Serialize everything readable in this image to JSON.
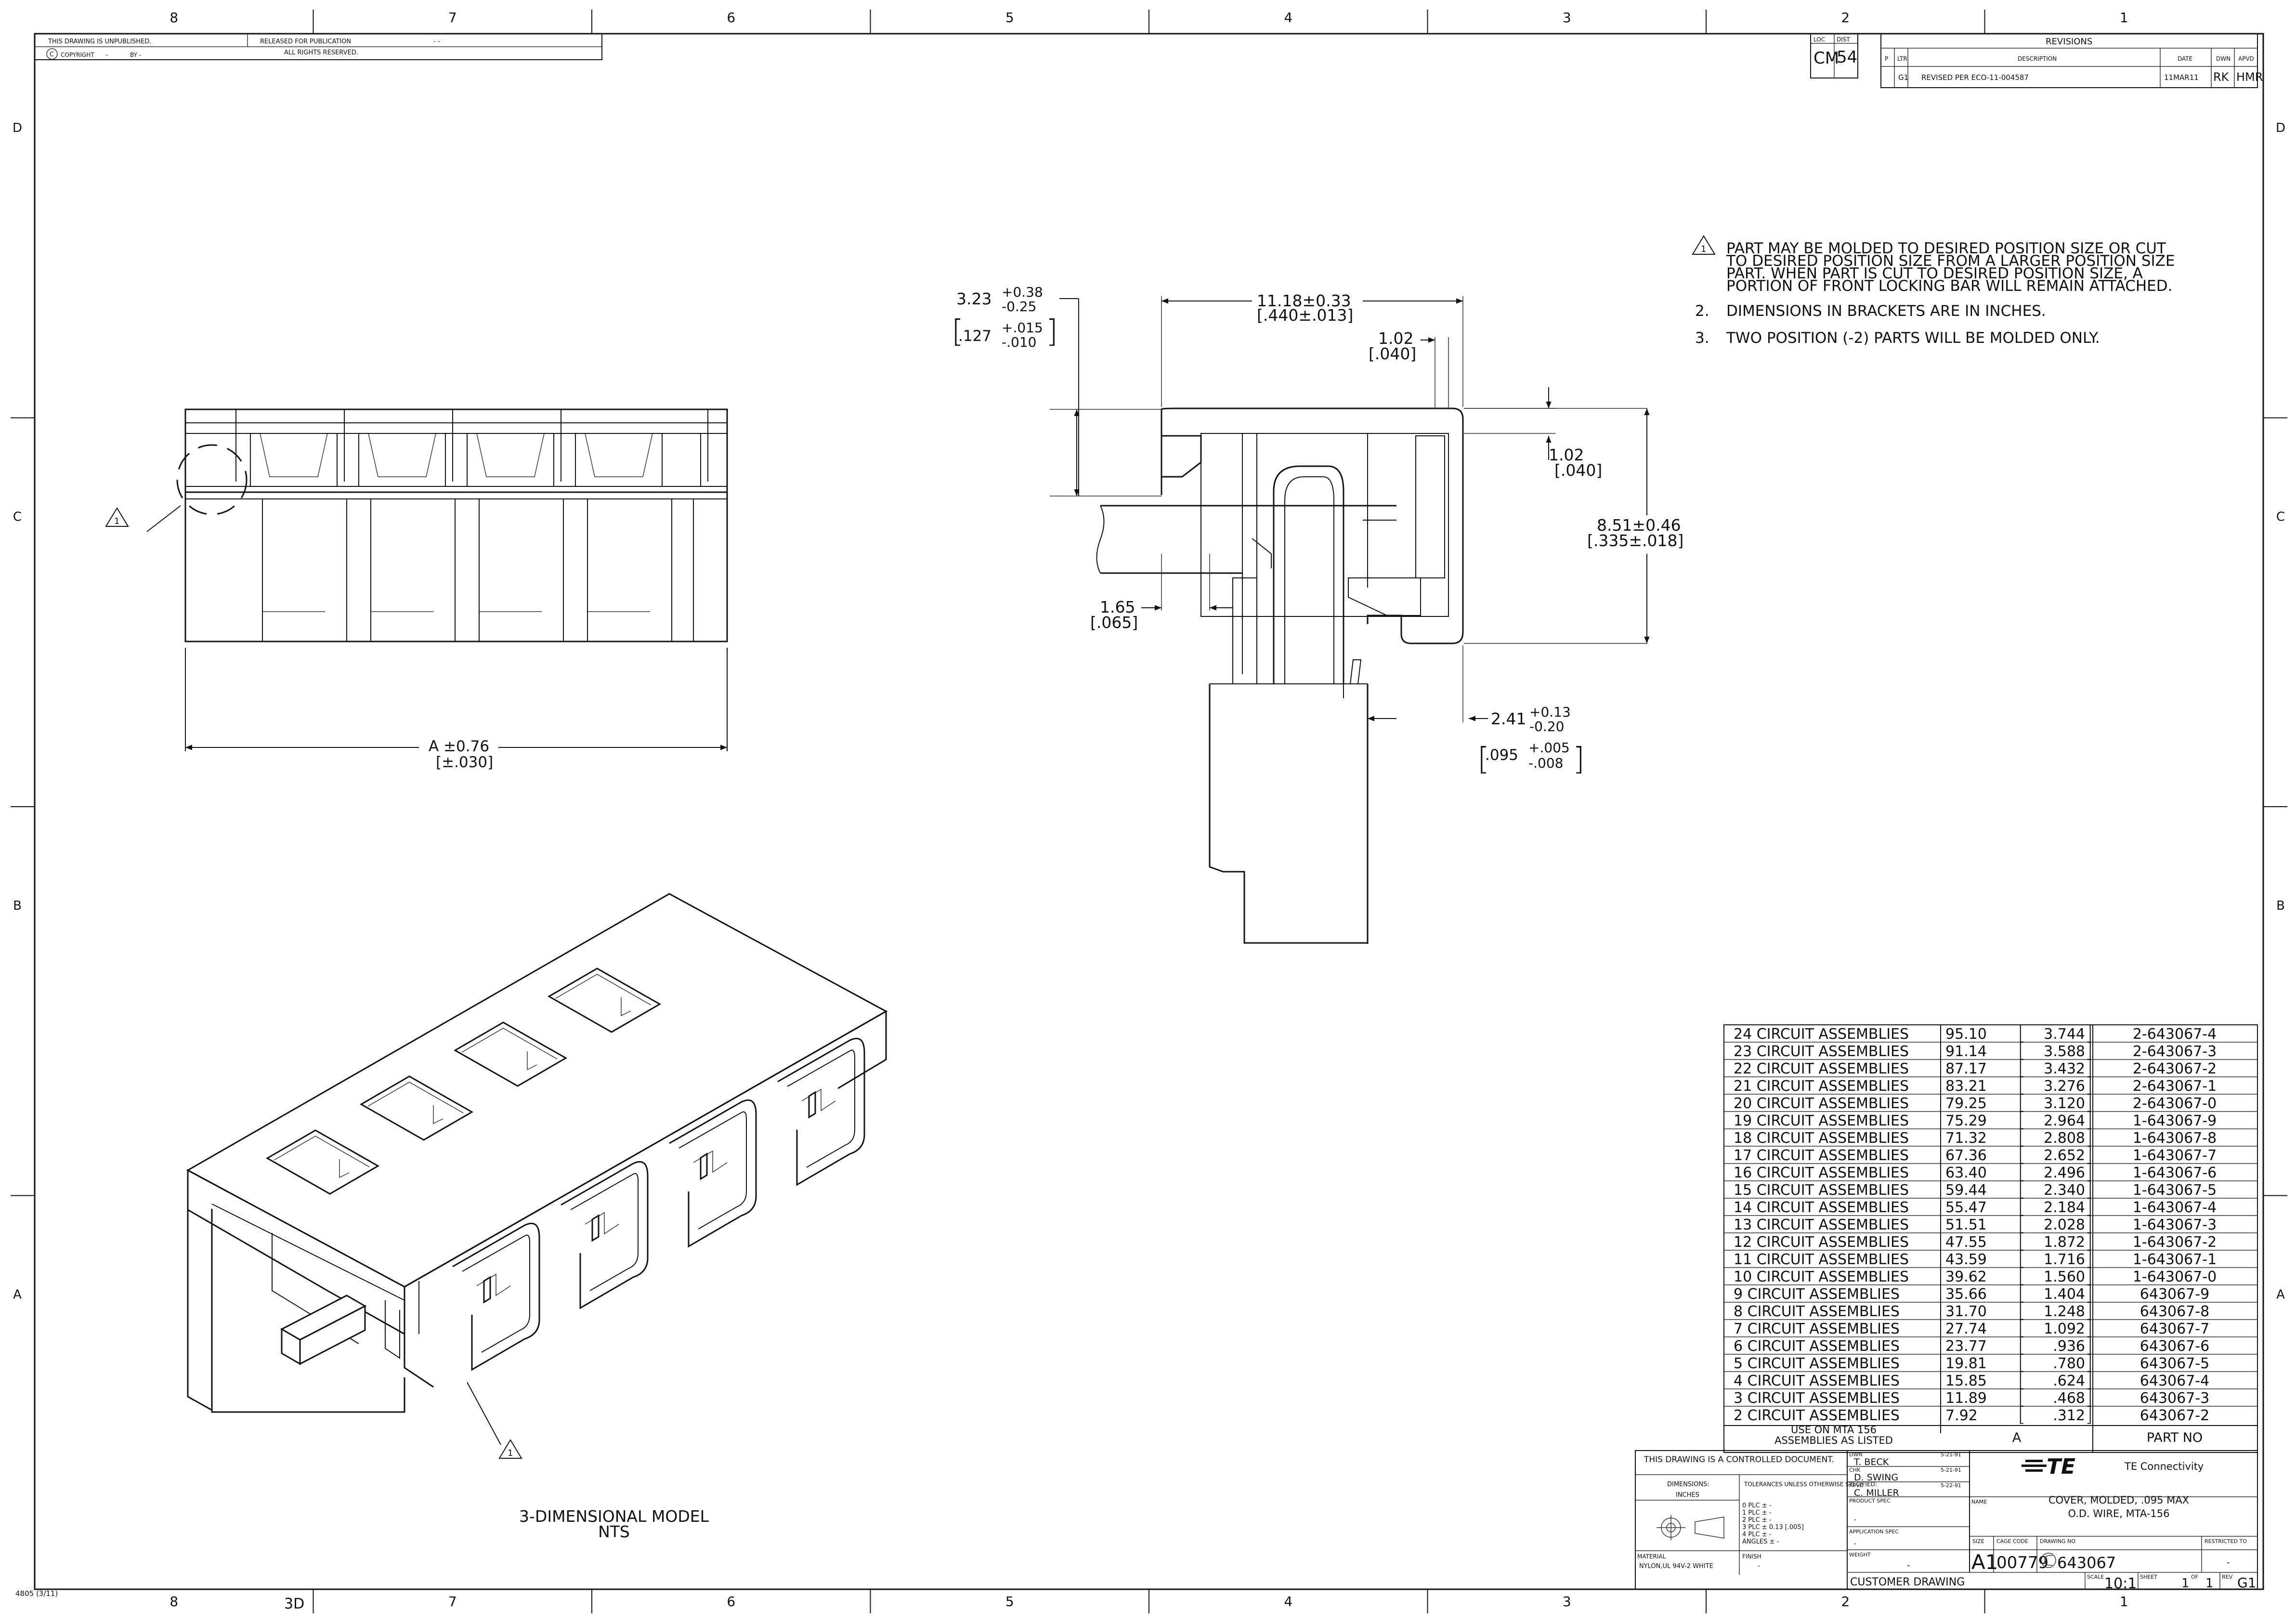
{
  "header_block": {
    "unpublished": "THIS DRAWING IS UNPUBLISHED.",
    "copyright": "COPYRIGHT",
    "copyright_by": "BY -",
    "copyright_year": "-",
    "released": "RELEASED FOR PUBLICATION",
    "released_mark": "-  -",
    "rights": "ALL RIGHTS RESERVED."
  },
  "zones": {
    "columns": [
      "8",
      "7",
      "6",
      "5",
      "4",
      "3",
      "2",
      "1"
    ],
    "rows": [
      "D",
      "C",
      "B",
      "A"
    ]
  },
  "loc_dist": {
    "loc_label": "LOC",
    "loc_value": "CM",
    "dist_label": "DIST",
    "dist_value": "54"
  },
  "revisions": {
    "title": "REVISIONS",
    "headers": {
      "p": "P",
      "ltr": "LTR",
      "description": "DESCRIPTION",
      "date": "DATE",
      "dwn": "DWN",
      "apvd": "APVD"
    },
    "row": {
      "ltr": "G1",
      "description": "REVISED PER ECO-11-004587",
      "date": "11MAR11",
      "dwn": "RK",
      "apvd": "HMR"
    }
  },
  "notes": [
    {
      "marker": "1",
      "triangle": true,
      "lines": [
        "PART MAY BE MOLDED TO DESIRED POSITION SIZE OR CUT",
        "TO DESIRED POSITION SIZE FROM A LARGER POSITION SIZE",
        "PART. WHEN PART IS CUT TO DESIRED POSITION SIZE, A",
        "PORTION OF FRONT LOCKING BAR WILL REMAIN ATTACHED."
      ]
    },
    {
      "marker": "2.",
      "triangle": false,
      "lines": [
        "DIMENSIONS IN BRACKETS ARE IN INCHES."
      ]
    },
    {
      "marker": "3.",
      "triangle": false,
      "lines": [
        "TWO POSITION (-2) PARTS WILL BE MOLDED ONLY."
      ]
    }
  ],
  "dimensions": {
    "a_mm": "A ±0.76",
    "a_in": "[±.030]",
    "top_mm": "3.23",
    "top_mm_tol_plus": "+0.38",
    "top_mm_tol_minus": "-0.25",
    "top_in": ".127",
    "top_in_tol_plus": "+.015",
    "top_in_tol_minus": "-.010",
    "width_mm": "11.18±0.33",
    "width_in": "[.440±.013]",
    "wall_mm": "1.02",
    "wall_in": "[.040]",
    "wall2_mm": "1.02",
    "wall2_in": "[.040]",
    "height_mm": "8.51±0.46",
    "height_in": "[.335±.018]",
    "slot_mm": "1.65",
    "slot_in": "[.065]",
    "wire_mm": "2.41",
    "wire_mm_tol_plus": "+0.13",
    "wire_mm_tol_minus": "-0.20",
    "wire_in": ".095",
    "wire_in_tol_plus": "+.005",
    "wire_in_tol_minus": "-.008"
  },
  "view_3d_label": [
    "3-DIMENSIONAL MODEL",
    "NTS"
  ],
  "note_markers": {
    "front_view": "1",
    "iso_view": "1"
  },
  "assemblies": {
    "rows": [
      {
        "desc": "24 CIRCUIT ASSEMBLIES",
        "mm": "95.10",
        "in": "3.744",
        "part": "2-643067-4"
      },
      {
        "desc": "23 CIRCUIT ASSEMBLIES",
        "mm": "91.14",
        "in": "3.588",
        "part": "2-643067-3"
      },
      {
        "desc": "22 CIRCUIT ASSEMBLIES",
        "mm": "87.17",
        "in": "3.432",
        "part": "2-643067-2"
      },
      {
        "desc": "21 CIRCUIT ASSEMBLIES",
        "mm": "83.21",
        "in": "3.276",
        "part": "2-643067-1"
      },
      {
        "desc": "20 CIRCUIT ASSEMBLIES",
        "mm": "79.25",
        "in": "3.120",
        "part": "2-643067-0"
      },
      {
        "desc": "19 CIRCUIT ASSEMBLIES",
        "mm": "75.29",
        "in": "2.964",
        "part": "1-643067-9"
      },
      {
        "desc": "18 CIRCUIT ASSEMBLIES",
        "mm": "71.32",
        "in": "2.808",
        "part": "1-643067-8"
      },
      {
        "desc": "17 CIRCUIT ASSEMBLIES",
        "mm": "67.36",
        "in": "2.652",
        "part": "1-643067-7"
      },
      {
        "desc": "16 CIRCUIT ASSEMBLIES",
        "mm": "63.40",
        "in": "2.496",
        "part": "1-643067-6"
      },
      {
        "desc": "15 CIRCUIT ASSEMBLIES",
        "mm": "59.44",
        "in": "2.340",
        "part": "1-643067-5"
      },
      {
        "desc": "14 CIRCUIT ASSEMBLIES",
        "mm": "55.47",
        "in": "2.184",
        "part": "1-643067-4"
      },
      {
        "desc": "13 CIRCUIT ASSEMBLIES",
        "mm": "51.51",
        "in": "2.028",
        "part": "1-643067-3"
      },
      {
        "desc": "12 CIRCUIT ASSEMBLIES",
        "mm": "47.55",
        "in": "1.872",
        "part": "1-643067-2"
      },
      {
        "desc": "11 CIRCUIT ASSEMBLIES",
        "mm": "43.59",
        "in": "1.716",
        "part": "1-643067-1"
      },
      {
        "desc": "10 CIRCUIT ASSEMBLIES",
        "mm": "39.62",
        "in": "1.560",
        "part": "1-643067-0"
      },
      {
        "desc": "9 CIRCUIT ASSEMBLIES",
        "mm": "35.66",
        "in": "1.404",
        "part": "643067-9"
      },
      {
        "desc": "8 CIRCUIT ASSEMBLIES",
        "mm": "31.70",
        "in": "1.248",
        "part": "643067-8"
      },
      {
        "desc": "7 CIRCUIT ASSEMBLIES",
        "mm": "27.74",
        "in": "1.092",
        "part": "643067-7"
      },
      {
        "desc": "6 CIRCUIT ASSEMBLIES",
        "mm": "23.77",
        "in": ".936",
        "part": "643067-6"
      },
      {
        "desc": "5 CIRCUIT ASSEMBLIES",
        "mm": "19.81",
        "in": ".780",
        "part": "643067-5"
      },
      {
        "desc": "4 CIRCUIT ASSEMBLIES",
        "mm": "15.85",
        "in": ".624",
        "part": "643067-4"
      },
      {
        "desc": "3 CIRCUIT ASSEMBLIES",
        "mm": "11.89",
        "in": ".468",
        "part": "643067-3"
      },
      {
        "desc": "2 CIRCUIT ASSEMBLIES",
        "mm": "7.92",
        "in": ".312",
        "part": "643067-2"
      }
    ],
    "footer": {
      "use_line1": "USE ON MTA 156",
      "use_line2": "ASSEMBLIES AS LISTED",
      "col_a": "A",
      "part_no": "PART NO"
    }
  },
  "title_block": {
    "controlled": "THIS DRAWING IS A CONTROLLED DOCUMENT.",
    "dimensions_label": "DIMENSIONS:",
    "dimensions_unit": "INCHES",
    "tolerances": "TOLERANCES UNLESS OTHERWISE SPECIFIED:",
    "tol_lines": [
      "0 PLC    ± -",
      "1 PLC    ± -",
      "2 PLC    ± -",
      "3 PLC    ± 0.13 [.005]",
      "4 PLC    ± -",
      "ANGLES      ± -"
    ],
    "material_label": "MATERIAL",
    "material_value": "NYLON,UL 94V-2 WHITE",
    "finish_label": "FINISH",
    "finish_value": "-",
    "dwn_label": "DWN",
    "dwn_name": "T. BECK",
    "dwn_date": "5-21-91",
    "chk_label": "CHK",
    "chk_name": "D. SWING",
    "chk_date": "5-21-91",
    "apvd_label": "APVD",
    "apvd_name": "C. MILLER",
    "apvd_date": "5-22-91",
    "product_spec_label": "PRODUCT SPEC",
    "product_spec_value": "-",
    "application_spec_label": "APPLICATION SPEC",
    "application_spec_value": "-",
    "weight_label": "WEIGHT",
    "weight_value": "-",
    "company_logo": "TE",
    "company": "TE Connectivity",
    "name_label": "NAME",
    "name_line1": "COVER, MOLDED, .095 MAX",
    "name_line2": "O.D. WIRE, MTA-156",
    "size_label": "SIZE",
    "size_value": "A1",
    "cage_label": "CAGE CODE",
    "cage_value": "00779",
    "drawing_no_label": "DRAWING NO",
    "drawing_no": "643067",
    "restricted_label": "RESTRICTED TO",
    "restricted_value": "-",
    "customer_drawing": "CUSTOMER DRAWING",
    "scale_label": "SCALE",
    "scale_value": "10:1",
    "sheet_label": "SHEET",
    "sheet_value": "1",
    "of_label": "OF",
    "of_value": "1",
    "rev_label": "REV",
    "rev_value": "G1"
  },
  "form_number": "4805 (3/11)",
  "corner_label": "3D"
}
